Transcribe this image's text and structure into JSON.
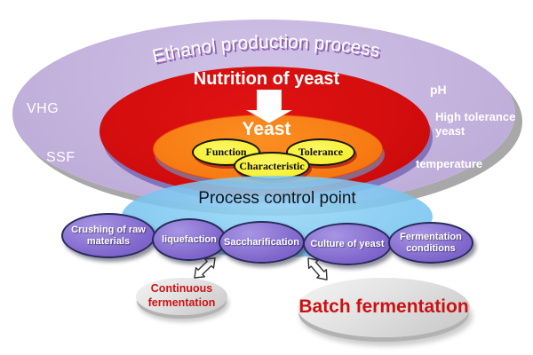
{
  "title": "Ethanol production process",
  "outer_labels": {
    "vhg": "VHG",
    "ssf": "SSF",
    "ph": "pH",
    "high_tolerance": "High tolerance yeast",
    "temperature": "temperature"
  },
  "core": {
    "nutrition": "Nutrition of yeast",
    "yeast": "Yeast",
    "factors": {
      "function": "Function",
      "tolerance": "Tolerance",
      "characteristic": "Characteristic"
    }
  },
  "process_control": "Process control point",
  "steps": [
    "Crushing of raw materials",
    "liquefaction",
    "Saccharification",
    "Culture of yeast",
    "Fermentation conditions"
  ],
  "fermentation": {
    "continuous": "Continuous fermentation",
    "batch": "Batch fermentation"
  },
  "colors": {
    "outer_ellipse": "#c4b3dd",
    "red_ellipse": "#d30d0d",
    "orange_ellipse": "#f87c14",
    "yellow_ellipse": "#f7f033",
    "blue_ellipse": "#74c2ef",
    "step_ellipse": "#8168cd",
    "disc_gray": "#d9d9d9",
    "red_text": "#cb1212"
  }
}
